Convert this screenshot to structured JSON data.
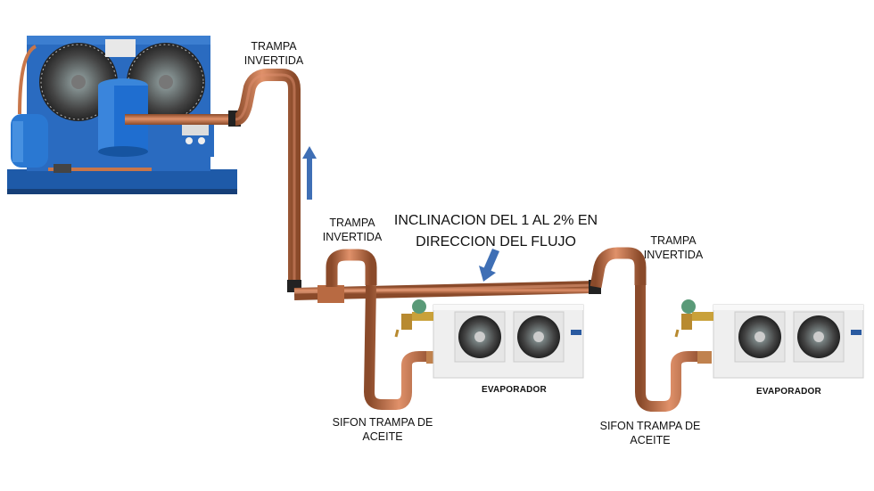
{
  "labels": {
    "trap_top": [
      "TRAMPA",
      "INVERTIDA"
    ],
    "trap_middle": [
      "TRAMPA",
      "INVERTIDA"
    ],
    "trap_right": [
      "TRAMPA",
      "INVERTIDA"
    ],
    "slope_note": [
      "INCLINACION DEL 1 AL 2% EN",
      "DIRECCION DEL FLUJO"
    ],
    "siphon_left": [
      "SIFON TRAMPA DE",
      "ACEITE"
    ],
    "siphon_right": [
      "SIFON TRAMPA DE",
      "ACEITE"
    ],
    "evaporator_left": "EVAPORADOR",
    "evaporator_right": "EVAPORADOR"
  },
  "colors": {
    "copper": "#c8764a",
    "copper_dark": "#8a4a2a",
    "unit_blue": "#1f5fb0",
    "arrow_blue": "#3f6fb5",
    "evaporator_body": "#efefef"
  }
}
